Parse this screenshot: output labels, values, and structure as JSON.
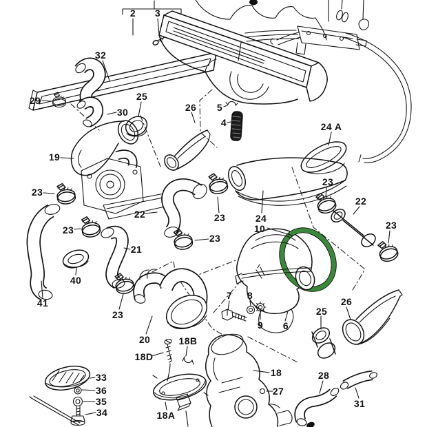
{
  "diagram": {
    "type": "exploded-parts-diagram",
    "background": "#ffffff",
    "line_color": "#111111",
    "highlight": {
      "part": "10",
      "color": "#58b14c",
      "hatch_color": "#2e7d32"
    },
    "part_labels": {
      "p2": "2",
      "p3": "3",
      "p32": "32",
      "p29": "29",
      "p30": "30",
      "p25a": "25",
      "p26a": "26",
      "p19": "19",
      "p23a": "23",
      "p23b": "23",
      "p22a": "22",
      "p23c": "23",
      "p23d": "23",
      "p21": "21",
      "p40": "40",
      "p41": "41",
      "p23g": "23",
      "p20": "20",
      "p24": "24",
      "p10": "10",
      "p24A": "24 A",
      "p23e": "23",
      "p22b": "22",
      "p23f": "23",
      "p5": "5",
      "p4": "4",
      "p7": "7",
      "p8": "8",
      "p9": "9",
      "p6": "6",
      "p25b": "25",
      "p26b": "26",
      "p18": "18",
      "p27": "27",
      "p28": "28",
      "p31": "31",
      "p18B": "18B",
      "p18D": "18D",
      "p18A": "18A",
      "p33": "33",
      "p36": "36",
      "p35": "35",
      "p34": "34"
    }
  }
}
